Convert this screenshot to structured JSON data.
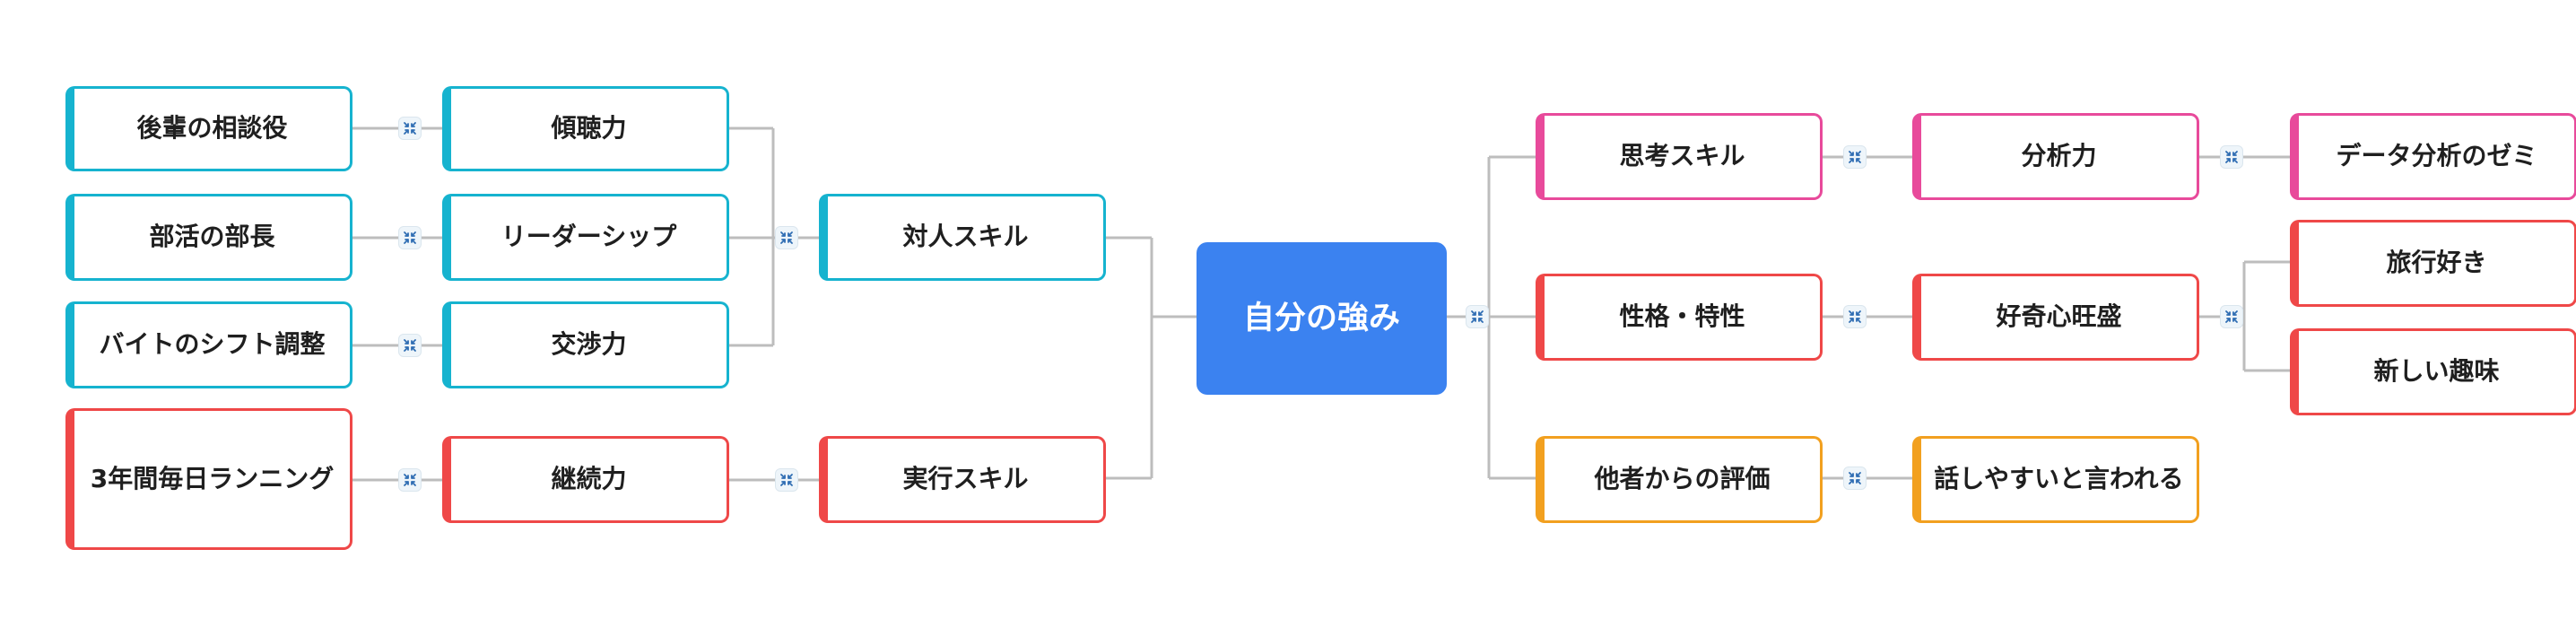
{
  "colors": {
    "teal": "#16b3cf",
    "red": "#ef4848",
    "pink": "#e84a9b",
    "orange": "#f2a01f",
    "root": "#3b82f0",
    "connector": "#bdbdbd",
    "collapse_icon": "#2f6db3"
  },
  "mindmap": {
    "root": "自分の強み",
    "left": {
      "interpersonal": {
        "label": "対人スキル",
        "children": {
          "listening": {
            "label": "傾聴力",
            "example": "後輩の相談役"
          },
          "leadership": {
            "label": "リーダーシップ",
            "example": "部活の部長"
          },
          "negotiation": {
            "label": "交渉力",
            "example": "バイトのシフト調整"
          }
        }
      },
      "execution": {
        "label": "実行スキル",
        "children": {
          "persistence": {
            "label": "継続力",
            "example": "3年間毎日ランニング"
          }
        }
      }
    },
    "right": {
      "thinking": {
        "label": "思考スキル",
        "child": "分析力",
        "grandchild": "データ分析のゼミ"
      },
      "personality": {
        "label": "性格・特性",
        "child": "好奇心旺盛",
        "grandchildren": [
          "旅行好き",
          "新しい趣味"
        ]
      },
      "evaluation": {
        "label": "他者からの評価",
        "child": "話しやすいと言われる"
      }
    }
  },
  "icons": {
    "collapse": "collapse-icon"
  }
}
